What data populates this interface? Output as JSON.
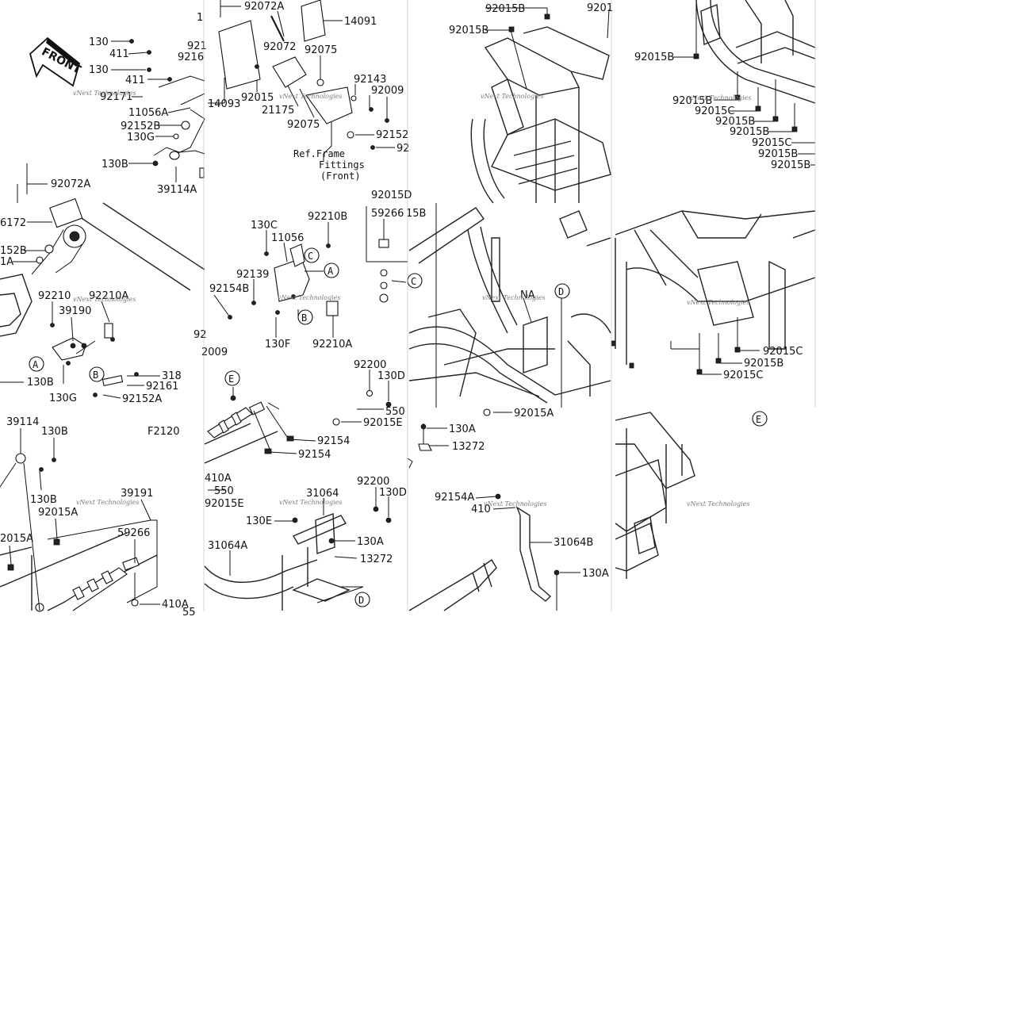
{
  "figure_code": "F2120",
  "watermark": "vNext Technologies",
  "front_label": "FRONT",
  "reference_note": [
    "Ref.Frame",
    "Fittings",
    "(Front)"
  ],
  "panels": [
    {
      "id": "p1",
      "labels": [
        "130",
        "411",
        "130",
        "411",
        "92171",
        "11056A",
        "92152B",
        "130G",
        "130B",
        "39114A",
        "92072A",
        "921",
        "9216",
        "1"
      ]
    },
    {
      "id": "p2",
      "labels": [
        "92072A",
        "14091",
        "92072",
        "92075",
        "14093",
        "92015",
        "21175",
        "92075",
        "92143",
        "92009",
        "92152",
        "92"
      ]
    },
    {
      "id": "p3",
      "labels": [
        "92015B",
        "92015B",
        "9201"
      ]
    },
    {
      "id": "p4",
      "labels": [
        "92015B",
        "92015B",
        "92015C",
        "92015B",
        "92015B",
        "92015C",
        "92015B",
        "92015B"
      ]
    },
    {
      "id": "p5",
      "labels": [
        "6172",
        "152B",
        "1A",
        "92210",
        "92210A",
        "39190",
        "A",
        "130B",
        "130G",
        "B",
        "318",
        "92161",
        "92152A"
      ]
    },
    {
      "id": "p6",
      "labels": [
        "130C",
        "11056",
        "92210B",
        "C",
        "A",
        "92139",
        "92154B",
        "B",
        "130F",
        "92210A",
        "92",
        "2009"
      ]
    },
    {
      "id": "p7",
      "labels": [
        "92015D",
        "59266",
        "15B",
        "C",
        "NA",
        "D",
        "92015A"
      ]
    },
    {
      "id": "p8",
      "labels": [
        "92015C",
        "92015B",
        "92015C"
      ]
    },
    {
      "id": "p9",
      "labels": [
        "39114",
        "130B",
        "130B",
        "92015A",
        "2015A",
        "39191",
        "59266",
        "410A",
        "55"
      ]
    },
    {
      "id": "p10",
      "labels": [
        "E",
        "92200",
        "130D",
        "550",
        "92015E",
        "92154",
        "92154",
        "410A",
        "550",
        "92015E",
        "31064",
        "92200",
        "130D",
        "130E",
        "130A",
        "31064A",
        "13272",
        "D"
      ]
    },
    {
      "id": "p11",
      "labels": [
        "130A",
        "13272",
        "92154A",
        "410",
        "31064B",
        "130A"
      ]
    },
    {
      "id": "p12",
      "labels": [
        "E"
      ]
    }
  ]
}
